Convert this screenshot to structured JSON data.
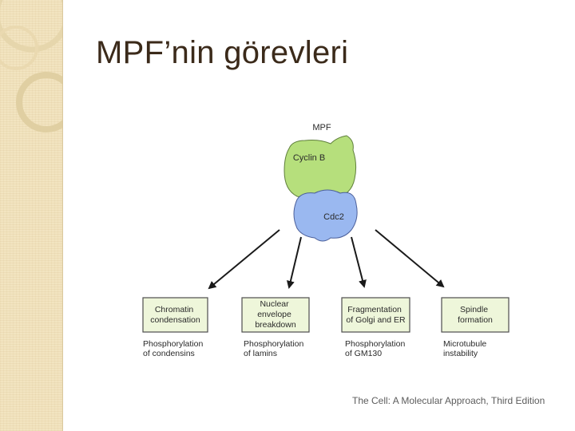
{
  "slide": {
    "title": "MPF’nin görevleri",
    "credit": "The Cell: A Molecular Approach, Third Edition"
  },
  "diagram": {
    "complex_label": "MPF",
    "cyclin_label": "Cyclin B",
    "cdc_label": "Cdc2",
    "colors": {
      "cyclin": "#b6df7c",
      "cdc": "#9ab8f0",
      "box_fill": "#eef6da",
      "arrow": "#1a1a1a"
    },
    "targets": [
      {
        "box": [
          "Chromatin",
          "condensation"
        ],
        "note": [
          "Phosphorylation",
          "of condensins"
        ]
      },
      {
        "box": [
          "Nuclear",
          "envelope",
          "breakdown"
        ],
        "note": [
          "Phosphorylation",
          "of lamins"
        ]
      },
      {
        "box": [
          "Fragmentation",
          "of Golgi and ER"
        ],
        "note": [
          "Phosphorylation",
          "of GM130"
        ]
      },
      {
        "box": [
          "Spindle",
          "formation"
        ],
        "note": [
          "Microtubule",
          "instability"
        ]
      }
    ]
  }
}
